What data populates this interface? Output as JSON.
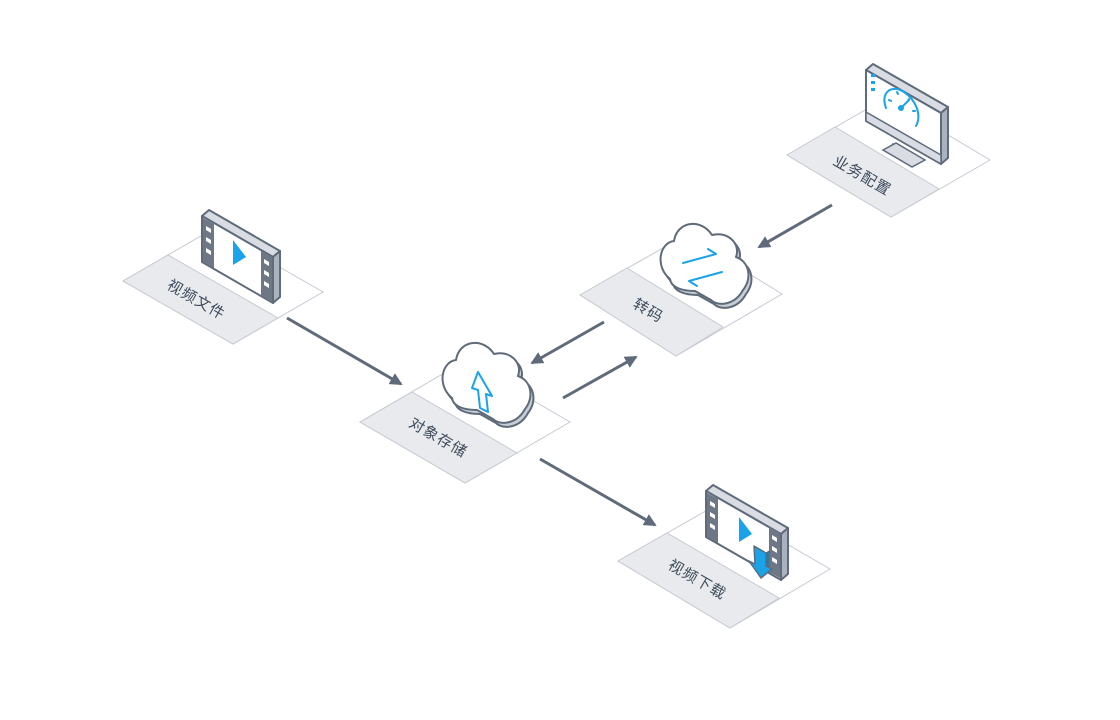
{
  "nodes": {
    "video_file": {
      "label": "视频文件",
      "icon": "video-file-icon"
    },
    "object_storage": {
      "label": "对象存储",
      "icon": "cloud-upload-icon"
    },
    "transcode": {
      "label": "转码",
      "icon": "cloud-transcode-icon"
    },
    "business_config": {
      "label": "业务配置",
      "icon": "monitor-dashboard-icon"
    },
    "video_download": {
      "label": "视频下载",
      "icon": "video-download-icon"
    }
  },
  "edges": [
    {
      "from": "video_file",
      "to": "object_storage"
    },
    {
      "from": "object_storage",
      "to": "transcode"
    },
    {
      "from": "transcode",
      "to": "object_storage"
    },
    {
      "from": "business_config",
      "to": "transcode"
    },
    {
      "from": "object_storage",
      "to": "video_download"
    }
  ],
  "colors": {
    "accent": "#1aa3e8",
    "arrow": "#5f6b7a",
    "outline": "#5f6b7a",
    "platform_top": "#ffffff",
    "platform_label": "#e8eaee",
    "platform_edge": "#c6cad2"
  }
}
